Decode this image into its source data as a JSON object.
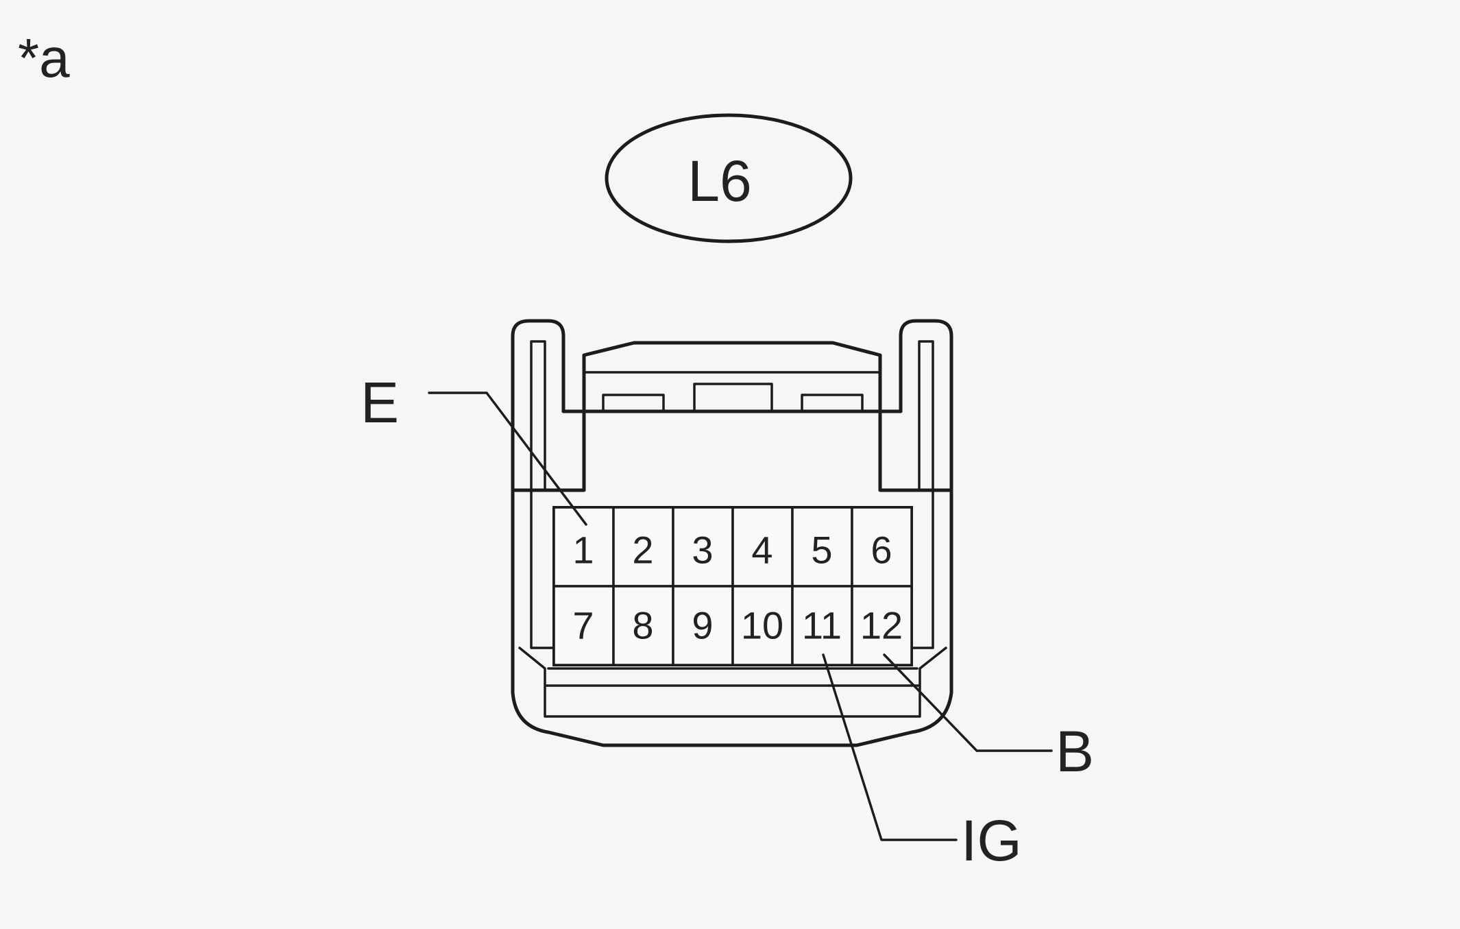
{
  "figure_label": "*a",
  "connector": {
    "code": "L6",
    "pins_row_top": [
      "1",
      "2",
      "3",
      "4",
      "5",
      "6"
    ],
    "pins_row_bottom": [
      "7",
      "8",
      "9",
      "10",
      "11",
      "12"
    ]
  },
  "callouts": {
    "e": "E",
    "b": "B",
    "ig": "IG"
  }
}
